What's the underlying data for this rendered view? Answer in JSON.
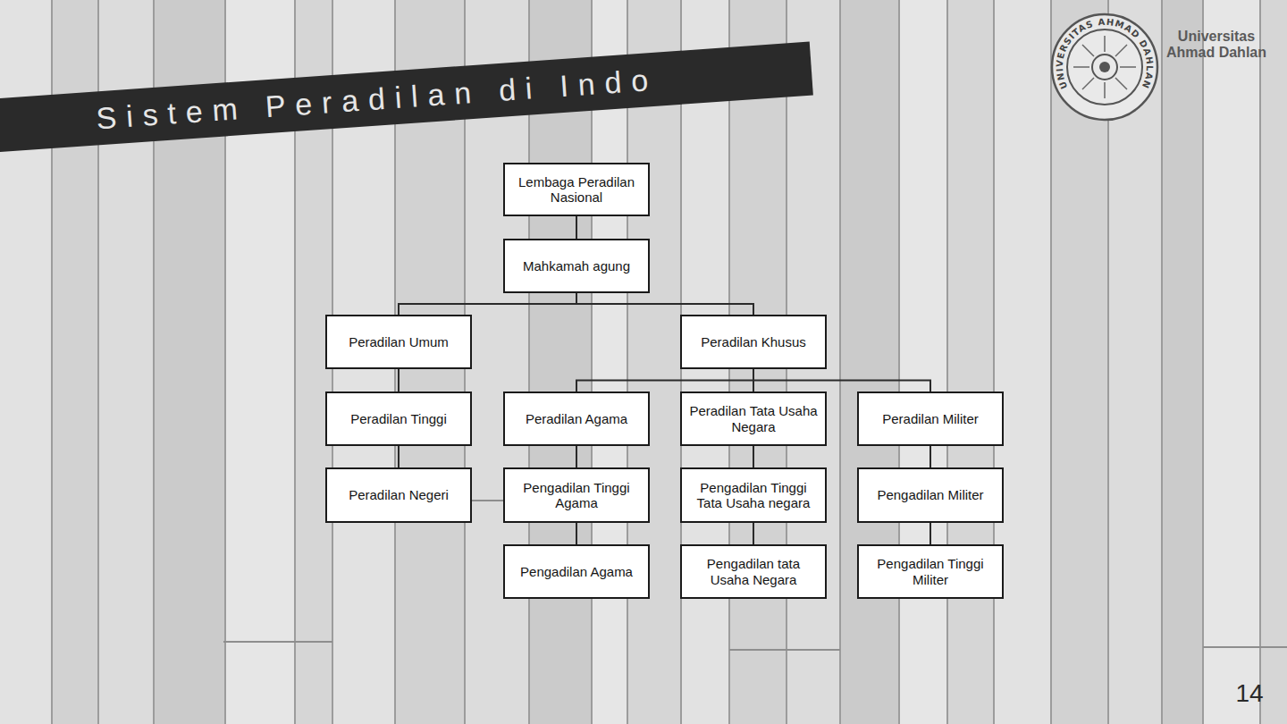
{
  "diagram": {
    "title": "Sistem Peradilan di Indo",
    "nodes": [
      {
        "text": [
          "Lembaga Peradilan Nasional"
        ]
      },
      {
        "text": [
          "Mahkamah agung"
        ]
      },
      {
        "text": [
          "Peradilan Umum"
        ]
      },
      {
        "text": [
          "Peradilan Khusus"
        ]
      },
      {
        "text": [
          "Peradilan Tinggi"
        ]
      },
      {
        "text": [
          "Peradilan Agama"
        ]
      },
      {
        "text": [
          "Peradilan Tata Usaha Negara"
        ]
      },
      {
        "text": [
          "Peradilan Militer"
        ]
      },
      {
        "text": [
          "Peradilan Negeri"
        ]
      },
      {
        "text": [
          "Pengadilan Tinggi Agama"
        ]
      },
      {
        "text": [
          "Pengadilan Tinggi Tata Usaha negara"
        ]
      },
      {
        "text": [
          "Pengadilan Militer"
        ]
      },
      {
        "text": [
          "Pengadilan Agama"
        ]
      },
      {
        "text": [
          "Pengadilan tata Usaha Negara"
        ]
      },
      {
        "text": [
          "Pengadilan Tinggi Militer"
        ]
      }
    ],
    "edges": [
      {
        "from": 0,
        "to": 1,
        "arrow": "none"
      },
      {
        "from": 1,
        "to": 2,
        "arrow": "none"
      },
      {
        "from": 1,
        "to": 3,
        "arrow": "none"
      },
      {
        "from": 2,
        "to": 4,
        "arrow": "none"
      },
      {
        "from": 4,
        "to": 8,
        "arrow": "none"
      },
      {
        "from": 3,
        "to": 5,
        "arrow": "none"
      },
      {
        "from": 3,
        "to": 6,
        "arrow": "none"
      },
      {
        "from": 3,
        "to": 7,
        "arrow": "none"
      },
      {
        "from": 5,
        "to": 9,
        "arrow": "none"
      },
      {
        "from": 9,
        "to": 12,
        "arrow": "none"
      },
      {
        "from": 6,
        "to": 10,
        "arrow": "none"
      },
      {
        "from": 10,
        "to": 13,
        "arrow": "none"
      },
      {
        "from": 7,
        "to": 11,
        "arrow": "none"
      },
      {
        "from": 11,
        "to": 14,
        "arrow": "none"
      }
    ],
    "labels": [
      "UNIVERSITAS AHMAD DAHLAN",
      "Universitas Ahmad Dahlan",
      "14"
    ]
  }
}
